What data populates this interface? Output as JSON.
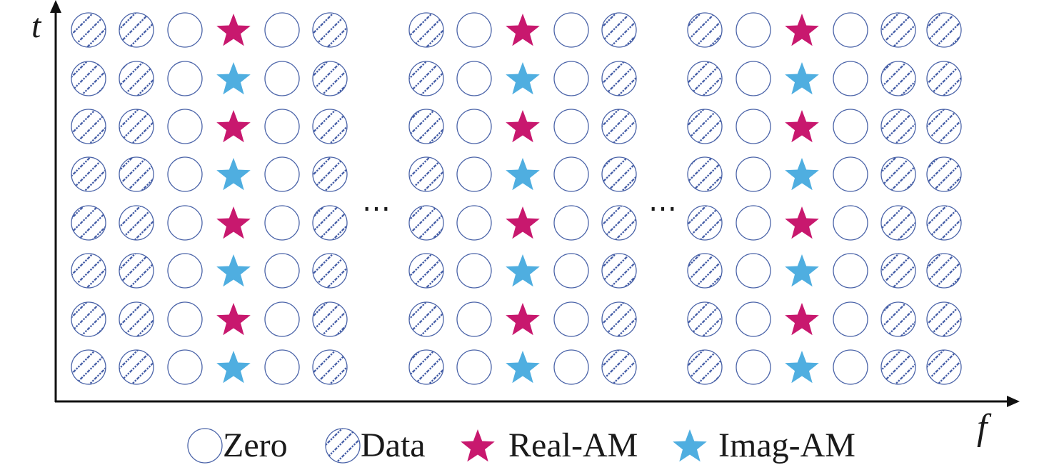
{
  "axes": {
    "t_label": "t",
    "f_label": "f"
  },
  "colors": {
    "circle": "#4a63a8",
    "real": "#C8186E",
    "imag": "#4FAEE0",
    "axis": "#111111"
  },
  "grid": {
    "rows": 8,
    "groups": [
      [
        "data",
        "data",
        "zero",
        "am",
        "zero",
        "data"
      ],
      [
        "data",
        "zero",
        "am",
        "zero",
        "data"
      ],
      [
        "data",
        "zero",
        "am",
        "zero",
        "data",
        "data"
      ]
    ],
    "am_pattern_top_to_bottom": [
      "real",
      "imag",
      "real",
      "imag",
      "real",
      "imag",
      "real",
      "imag"
    ],
    "ellipsis": "⋯"
  },
  "legend": [
    {
      "symbol": "zero",
      "label": "Zero"
    },
    {
      "symbol": "data",
      "label": "Data"
    },
    {
      "symbol": "real",
      "label": "Real-AM"
    },
    {
      "symbol": "imag",
      "label": "Imag-AM"
    }
  ]
}
